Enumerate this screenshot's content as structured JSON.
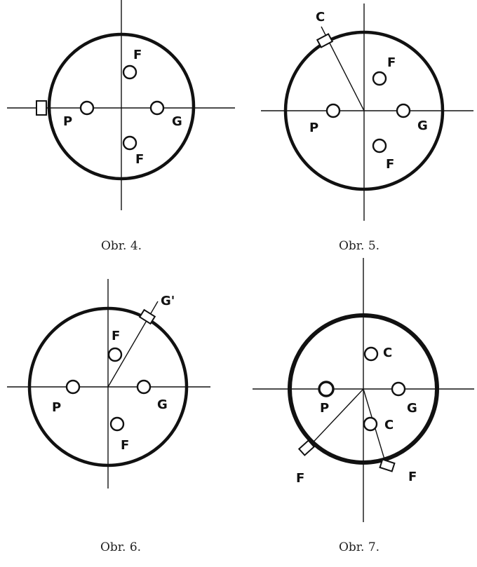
{
  "figures": [
    {
      "caption": "Obr. 4.",
      "pins": [
        {
          "label": "F"
        },
        {
          "label": "P"
        },
        {
          "label": "G"
        },
        {
          "label": "F"
        }
      ]
    },
    {
      "caption": "Obr. 5.",
      "key_label": "C",
      "pins": [
        {
          "label": "F"
        },
        {
          "label": "P"
        },
        {
          "label": "G"
        },
        {
          "label": "F"
        }
      ]
    },
    {
      "caption": "Obr. 6.",
      "key_label": "G'",
      "pins": [
        {
          "label": "F"
        },
        {
          "label": "P"
        },
        {
          "label": "G"
        },
        {
          "label": "F"
        }
      ]
    },
    {
      "caption": "Obr. 7.",
      "key_labels": [
        "F",
        "F"
      ],
      "pins": [
        {
          "label": "C"
        },
        {
          "label": "P"
        },
        {
          "label": "G"
        },
        {
          "label": "C"
        }
      ]
    }
  ]
}
